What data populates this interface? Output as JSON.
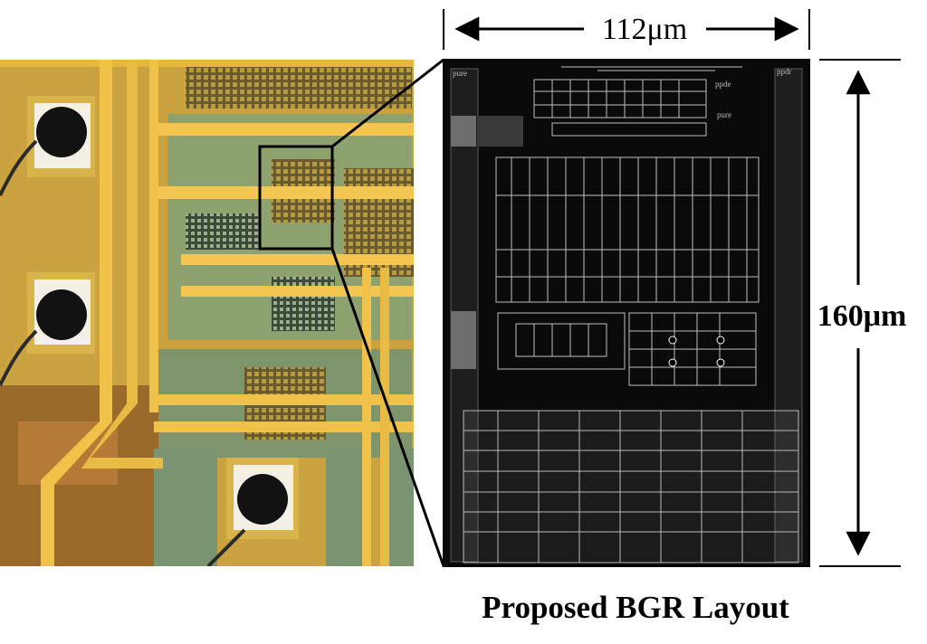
{
  "figure": {
    "width_dimension": "112μm",
    "height_dimension": "160μm",
    "caption": "Proposed BGR Layout"
  },
  "layout_labels": {
    "top_left": "pure",
    "top_right": "ppdr",
    "top_right_secondary": "ppde",
    "top_center": "pure"
  },
  "colors": {
    "die_gold": "#d9a534",
    "die_metal": "#f0c24a",
    "layout_background": "#0a0a0a",
    "layout_wire": "#c8c8c8"
  }
}
